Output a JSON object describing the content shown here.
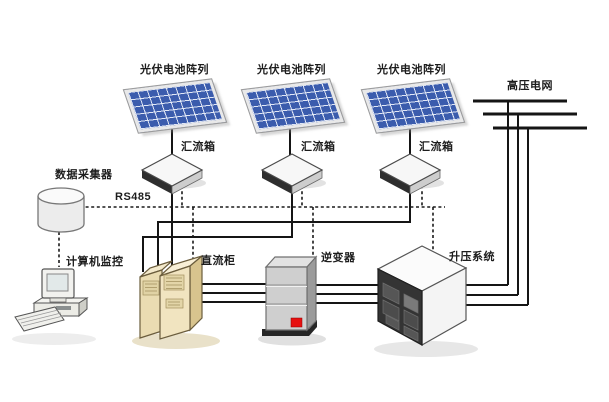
{
  "diagram": {
    "labels": {
      "pv_array_1": "光伏电池阵列",
      "pv_array_2": "光伏电池阵列",
      "pv_array_3": "光伏电池阵列",
      "combiner_1": "汇流箱",
      "combiner_2": "汇流箱",
      "combiner_3": "汇流箱",
      "hv_grid": "高压电网",
      "data_collector": "数据采集器",
      "comm_bus": "RS485",
      "computer_monitor": "计算机监控",
      "dc_cabinet": "直流柜",
      "inverter": "逆变器",
      "boost_system": "升压系统"
    },
    "connections": [
      "光伏电池阵列 → 汇流箱 (×3, 实线)",
      "汇流箱 → 直流柜 (实线)",
      "直流柜 → 逆变器 (三相实线)",
      "逆变器 → 升压系统 (三相实线)",
      "升压系统 → 高压电网 (三相实线)",
      "RS485 虚线总线: 汇流箱 / 直流柜 / 逆变器 / 升压系统 → 数据采集器",
      "数据采集器 → 计算机监控 (虚线)"
    ],
    "colors": {
      "wire": "#151515",
      "panel_blue": "#3b5cad",
      "dc_cabinet_beige": "#f1e4c0",
      "inverter_gray": "#cfcfcf",
      "boost_dark": "#343434",
      "indicator_red": "#e61010",
      "background": "#ffffff"
    }
  }
}
